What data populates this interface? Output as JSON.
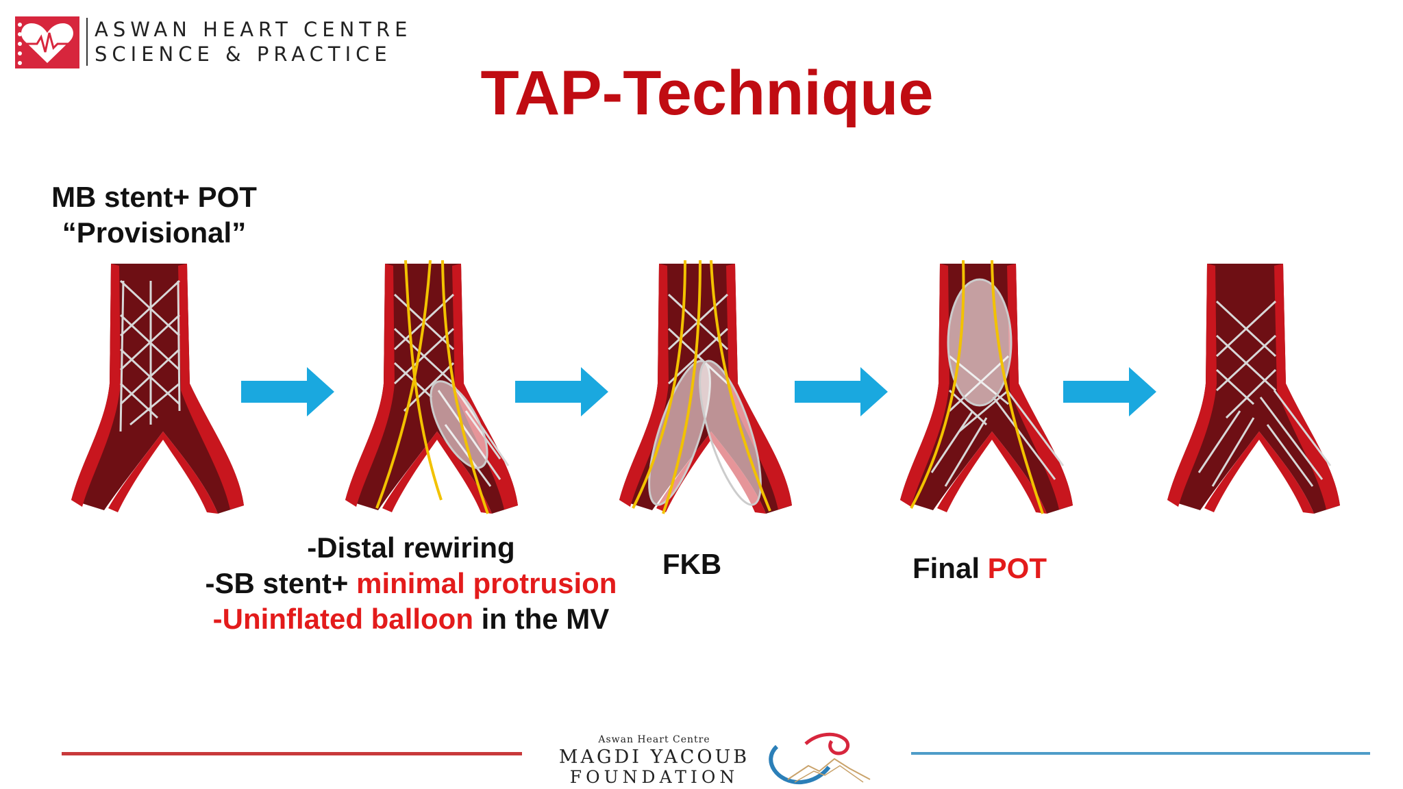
{
  "header": {
    "org_line_1": "ASWAN HEART CENTRE",
    "org_line_2": "SCIENCE & PRACTICE",
    "title": "TAP-Technique"
  },
  "steps": {
    "step1": {
      "line1": "MB stent+ POT",
      "line2": "“Provisional”"
    },
    "step2": {
      "line1": "-Distal rewiring",
      "line2_black": "-SB stent+ ",
      "line2_red": "minimal protrusion",
      "line3_red": "-Uninflated balloon",
      "line3_black": " in the MV"
    },
    "step3": {
      "label": "FKB"
    },
    "step4": {
      "black": "Final ",
      "red": "POT"
    }
  },
  "footer": {
    "small": "Aswan Heart Centre",
    "name": "MAGDI YACOUB",
    "foundation": "FOUNDATION"
  },
  "colors": {
    "title_red": "#c00c12",
    "highlight_red": "#e31b1b",
    "vessel_red": "#c8161e",
    "vessel_dark": "#6e0f14",
    "arrow_blue": "#1aa8df",
    "wire_yellow": "#f2c200",
    "footer_red": "#c8393b",
    "footer_blue": "#4e9cc8"
  },
  "icons": [
    "heart-logo-icon",
    "arrow-right-icon",
    "vessel-stent-icon",
    "foundation-emblem-icon"
  ]
}
